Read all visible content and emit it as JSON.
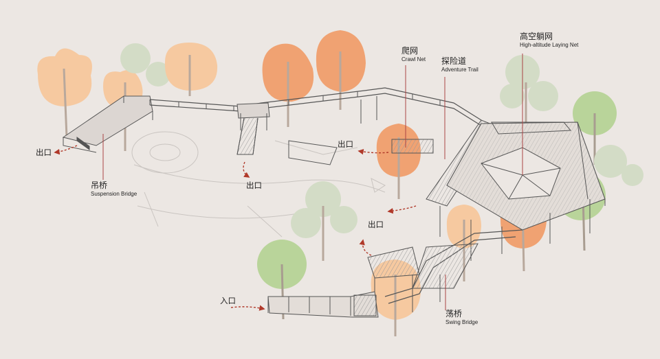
{
  "labels": {
    "suspension": {
      "cn": "吊桥",
      "en": "Suspension Bridge"
    },
    "crawl": {
      "cn": "爬网",
      "en": "Crawl Net"
    },
    "adventure": {
      "cn": "探险道",
      "en": "Adventure Trail"
    },
    "laying": {
      "cn": "高空躺网",
      "en": "High-altitude Laying Net"
    },
    "swing": {
      "cn": "荡桥",
      "en": "Swing Bridge"
    }
  },
  "exits": {
    "exit_text": "出口",
    "entrance_text": "入口"
  },
  "colors": {
    "background": "#ece7e3",
    "orange_tree": "#f0a272",
    "pale_orange_tree": "#f6c9a0",
    "green_tree": "#b9d49a",
    "arrow": "#b0392a",
    "structure": "#555555"
  }
}
